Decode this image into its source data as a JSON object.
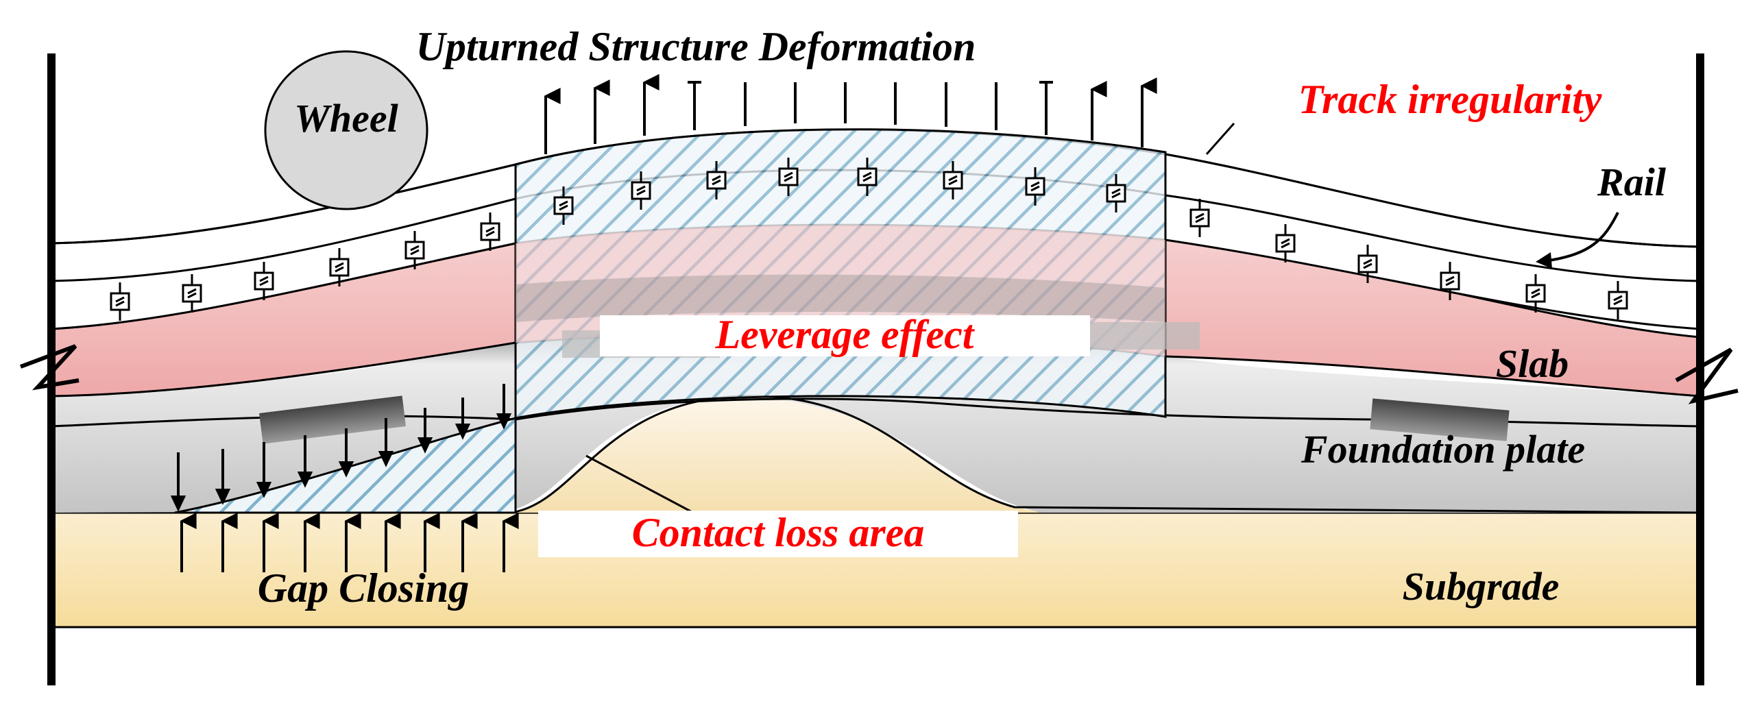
{
  "labels": {
    "upturned": "Upturned Structure Deformation",
    "wheel": "Wheel",
    "track_irregularity": "Track irregularity",
    "rail": "Rail",
    "slab": "Slab",
    "leverage_effect": "Leverage effect",
    "foundation_plate": "Foundation plate",
    "contact_loss_area": "Contact loss area",
    "gap_closing": "Gap Closing",
    "subgrade": "Subgrade"
  },
  "colors": {
    "highlight_text": "#ff0000",
    "slab_fill": "#f2b8b8",
    "foundation_fill": "#d4d4d4",
    "subgrade_fill": "#f7dfa0",
    "wheel_fill": "#d9d9d9",
    "hatch_fill": "#7fb2cc",
    "outline": "#000000"
  }
}
